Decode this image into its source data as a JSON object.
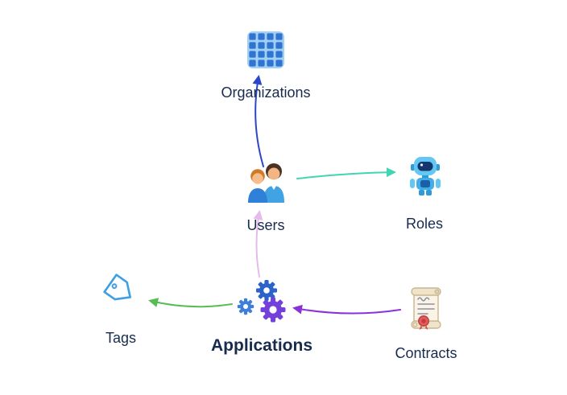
{
  "diagram": {
    "background": "#ffffff",
    "label_color": "#172b4d",
    "nodes": {
      "organizations": {
        "label": "Organizations",
        "icon": "building-icon"
      },
      "users": {
        "label": "Users",
        "icon": "two-people-icon"
      },
      "roles": {
        "label": "Roles",
        "icon": "robot-icon"
      },
      "applications": {
        "label": "Applications",
        "icon": "gears-icon",
        "emphasis": "bold"
      },
      "tags": {
        "label": "Tags",
        "icon": "tag-icon"
      },
      "contracts": {
        "label": "Contracts",
        "icon": "scroll-icon"
      }
    },
    "edges": [
      {
        "from": "Users",
        "to": "Organizations",
        "color": "#2b46c6"
      },
      {
        "from": "Users",
        "to": "Roles",
        "color": "#3fd6b0"
      },
      {
        "from": "Applications",
        "to": "Users",
        "color": "#e5bbe9"
      },
      {
        "from": "Applications",
        "to": "Tags",
        "color": "#55bd52"
      },
      {
        "from": "Contracts",
        "to": "Applications",
        "color": "#8a32d8"
      }
    ]
  }
}
